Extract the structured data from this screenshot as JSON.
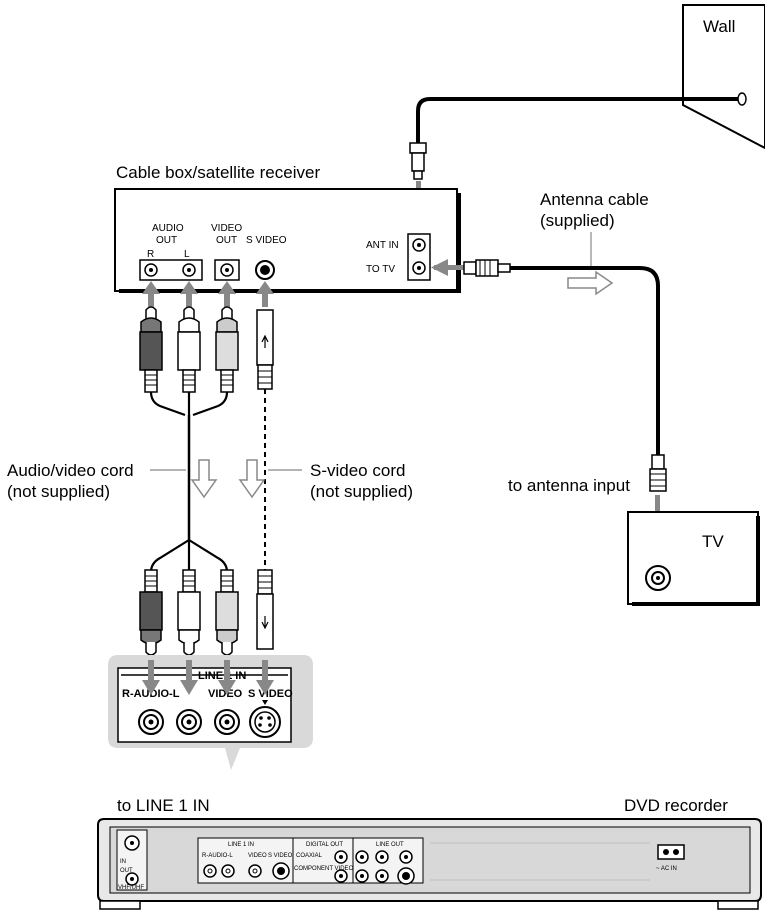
{
  "labels": {
    "wall": "Wall",
    "cable_box": "Cable box/satellite receiver",
    "antenna_cable_line1": "Antenna cable",
    "antenna_cable_line2": "(supplied)",
    "to_antenna_input": "to antenna input",
    "tv": "TV",
    "av_cord_line1": "Audio/video cord",
    "av_cord_line2": "(not supplied)",
    "svideo_cord_line1": "S-video cord",
    "svideo_cord_line2": "(not supplied)",
    "to_line1_in": "to LINE 1 IN",
    "dvd_recorder": "DVD recorder"
  },
  "cable_box_ports": {
    "audio_out_1": "AUDIO",
    "audio_out_2": "OUT",
    "video_out_1": "VIDEO",
    "video_out_2": "OUT",
    "s_video": "S VIDEO",
    "r": "R",
    "l": "L",
    "ant_in": "ANT IN",
    "to_tv": "TO TV"
  },
  "line_in_panel": {
    "title": "LINE 1 IN",
    "r_audio_l": "R-AUDIO-L",
    "video": "VIDEO",
    "s_video": "S VIDEO"
  },
  "dvd_back_panel": {
    "in": "IN",
    "out": "OUT",
    "vhf_uhf": "VHF/UHF",
    "line1_in": "LINE 1 IN",
    "r_audio_l": "R-AUDIO-L",
    "video": "VIDEO",
    "s_video": "S VIDEO",
    "digital_out": "DIGITAL OUT",
    "coaxial": "COAXIAL",
    "component_video_out": "COMPONENT VIDEO OUT",
    "line_out": "LINE OUT",
    "ac_in": "~ AC IN"
  }
}
